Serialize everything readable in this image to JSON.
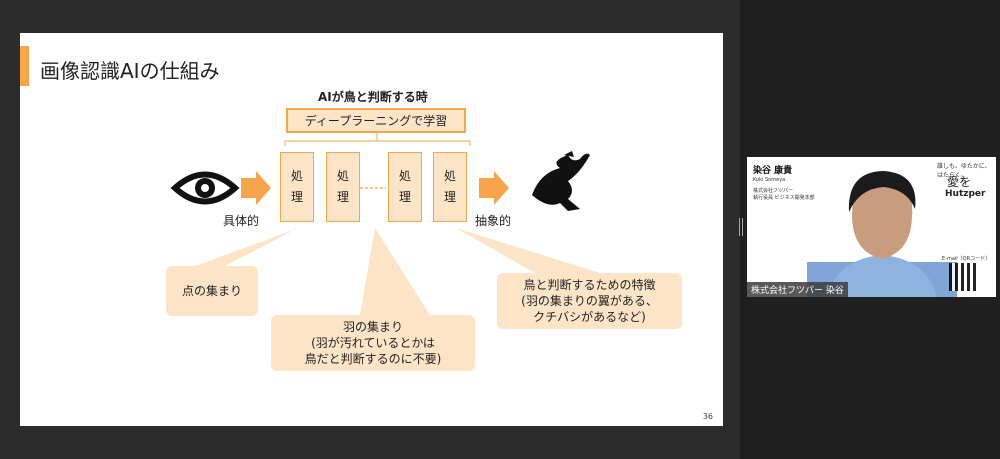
{
  "slide": {
    "title": "画像認識AIの仕組み",
    "page_number": "36",
    "caption_top": "AIが鳥と判断する時",
    "deep_learning_label": "ディープラーニングで学習",
    "process_label_line1": "処",
    "process_label_line2": "理",
    "left_label": "具体的",
    "right_label": "抽象的",
    "bubbles": [
      {
        "lines": [
          "点の集まり"
        ]
      },
      {
        "lines": [
          "羽の集まり",
          "(羽が汚れているとかは",
          "鳥だと判断するのに不要)"
        ]
      },
      {
        "lines": [
          "鳥と判断するための特徴",
          "(羽の集まりの翼がある、",
          "クチバシがあるなど)"
        ]
      }
    ]
  },
  "video": {
    "name": "染谷 康貴",
    "romaji": "Koki Someya",
    "company_line1": "株式会社フツパー",
    "company_line2": "執行役員 ビジネス開発本部",
    "slogan": "誰しも、ゆたかに、はたらく。",
    "logo_mark": "愛を",
    "logo_text": "Hutzper",
    "email_label": "E-mail（QRコード）",
    "caption": "株式会社フツパー 染谷"
  },
  "colors": {
    "accent": "#f6a54a",
    "box_fill": "#fde4c6"
  },
  "icons": {
    "eye": "eye-icon",
    "eagle": "eagle-icon",
    "arrow": "arrow-right-icon"
  }
}
